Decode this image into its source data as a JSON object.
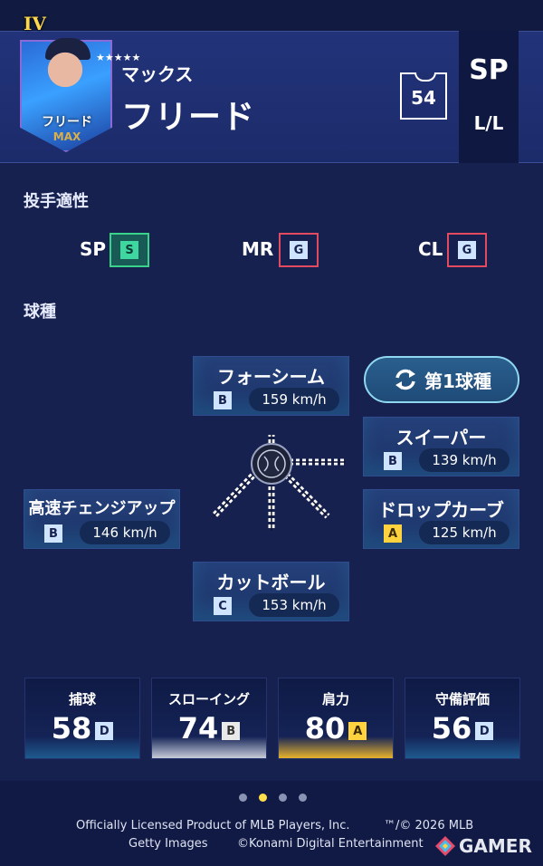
{
  "player": {
    "card_rank": "IV",
    "card_name": "フリード",
    "card_badge": "MAX",
    "stars": "★★★★★",
    "first_name": "マックス",
    "last_name": "フリード",
    "uniform_number": "54",
    "position": "SP",
    "handedness": "L/L"
  },
  "aptitude": {
    "title": "投手適性",
    "items": [
      {
        "label": "SP",
        "grade": "S"
      },
      {
        "label": "MR",
        "grade": "G"
      },
      {
        "label": "CL",
        "grade": "G"
      }
    ]
  },
  "pitches": {
    "title": "球種",
    "first_pitch_button": "第1球種",
    "items": [
      {
        "name": "フォーシーム",
        "grade": "B",
        "speed": "159 km/h"
      },
      {
        "name": "スイーパー",
        "grade": "B",
        "speed": "139 km/h"
      },
      {
        "name": "高速チェンジアップ",
        "grade": "B",
        "speed": "146 km/h"
      },
      {
        "name": "ドロップカーブ",
        "grade": "A",
        "speed": "125 km/h"
      },
      {
        "name": "カットボール",
        "grade": "C",
        "speed": "153 km/h"
      }
    ]
  },
  "fielding": {
    "items": [
      {
        "label": "捕球",
        "value": "58",
        "grade": "D"
      },
      {
        "label": "スローイング",
        "value": "74",
        "grade": "B"
      },
      {
        "label": "肩力",
        "value": "80",
        "grade": "A"
      },
      {
        "label": "守備評価",
        "value": "56",
        "grade": "D"
      }
    ]
  },
  "pagination": {
    "count": 4,
    "active": 1
  },
  "footer": {
    "line1_left": "Officially Licensed Product of MLB Players, Inc.",
    "line1_right": "™/© 2026 MLB",
    "line2_left": "Getty Images",
    "line2_right": "©Konami Digital Entertainment",
    "watermark": "GAMER"
  }
}
